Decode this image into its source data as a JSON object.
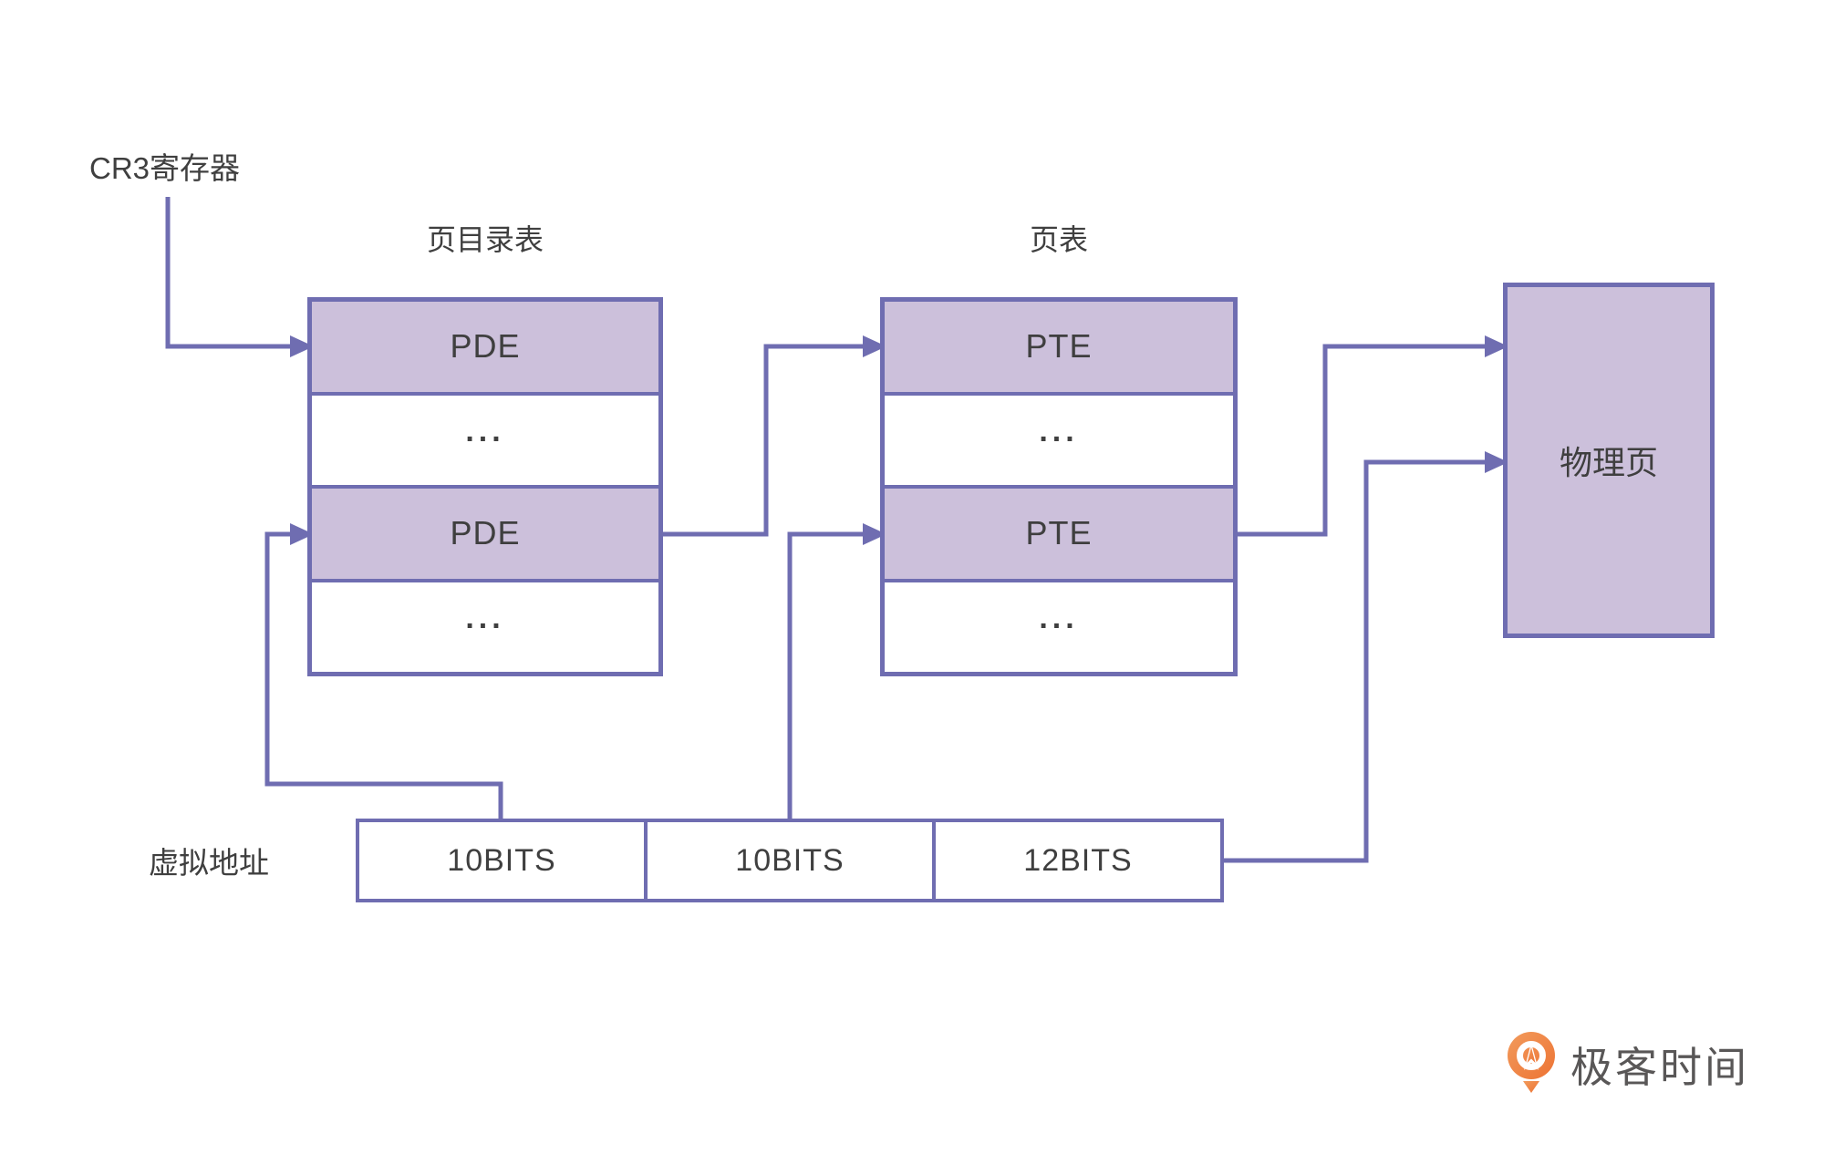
{
  "colors": {
    "line": "#6f6db1",
    "purple_fill": "#ccc0db",
    "text": "#3f3f3f",
    "logo_orange": "#ed7334",
    "logo_orange_light": "#f29b5c",
    "logo_text": "#595757"
  },
  "cr3": {
    "label": "CR3寄存器"
  },
  "page_directory": {
    "title": "页目录表",
    "rows": [
      {
        "label": "PDE"
      },
      {
        "label": "..."
      },
      {
        "label": "PDE"
      },
      {
        "label": "..."
      }
    ]
  },
  "page_table": {
    "title": "页表",
    "rows": [
      {
        "label": "PTE"
      },
      {
        "label": "..."
      },
      {
        "label": "PTE"
      },
      {
        "label": "..."
      }
    ]
  },
  "physical_page": {
    "label": "物理页"
  },
  "virtual_address": {
    "label": "虚拟地址",
    "fields": [
      {
        "label": "10BITS"
      },
      {
        "label": "10BITS"
      },
      {
        "label": "12BITS"
      }
    ]
  },
  "logo": {
    "text": "极客时间"
  }
}
